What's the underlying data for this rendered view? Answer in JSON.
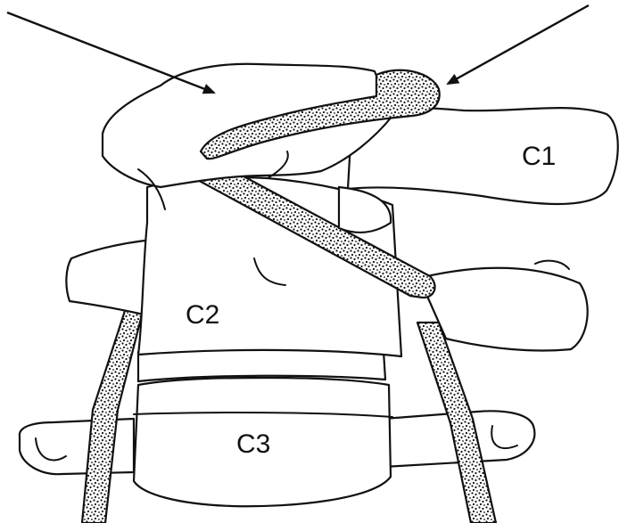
{
  "labels": {
    "c1": "C1",
    "c2": "C2",
    "c3": "C3"
  },
  "colors": {
    "ink": "#111111",
    "bone_fill": "#ffffff",
    "graft_fill": "#ffffff"
  },
  "elements": {
    "arrows": [
      "arrow-left",
      "arrow-right"
    ],
    "grafts": [
      "graft-upper-wire",
      "graft-diagonal-wire",
      "graft-left-cable",
      "graft-right-cable"
    ],
    "vertebrae": [
      "c1",
      "c2",
      "c3"
    ]
  }
}
